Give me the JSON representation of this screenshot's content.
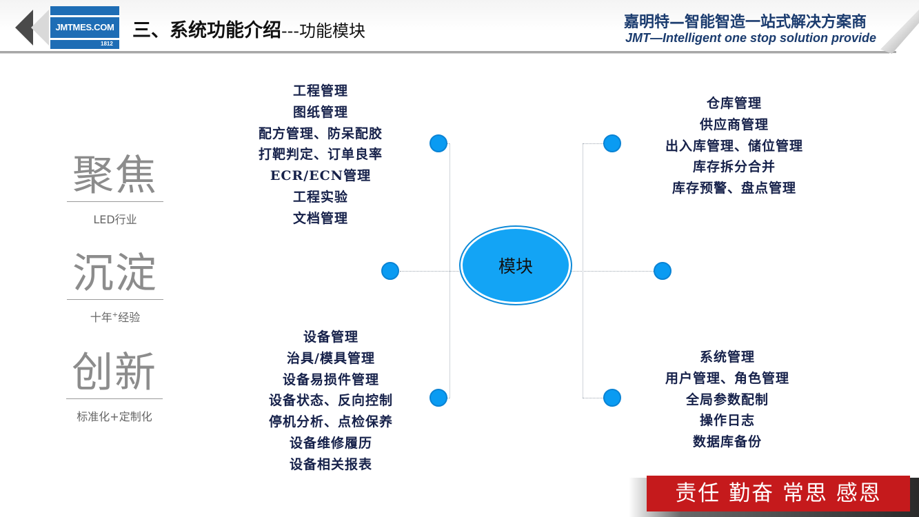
{
  "header": {
    "logo_text": "JMTMES.COM",
    "logo_year": "1812",
    "title_main": "三、系统功能介绍",
    "title_sub": "---功能模块",
    "company_cn": "嘉明特—智能智造一站式解决方案商",
    "company_en": "JMT—Intelligent one stop solution provide"
  },
  "keywords": [
    {
      "big": "聚焦",
      "small": "LED行业"
    },
    {
      "big": "沉淀",
      "small_pre": "十年",
      "small_sup": "+",
      "small_post": "经验"
    },
    {
      "big": "创新",
      "small": "标准化+定制化"
    }
  ],
  "center": {
    "label": "模块"
  },
  "modules": {
    "top_left": [
      "工程管理",
      "图纸管理",
      "配方管理、防呆配胶",
      "打靶判定、订单良率",
      "ECR/ECN管理",
      "工程实验",
      "文档管理"
    ],
    "top_right": [
      "仓库管理",
      "供应商管理",
      "出入库管理、储位管理",
      "库存拆分合并",
      "库存预警、盘点管理"
    ],
    "bottom_left": [
      "设备管理",
      "治具/模具管理",
      "设备易损件管理",
      "设备状态、反向控制",
      "停机分析、点检保养",
      "设备维修履历",
      "设备相关报表"
    ],
    "bottom_right": [
      "系统管理",
      "用户管理、角色管理",
      "全局参数配制",
      "操作日志",
      "数据库备份"
    ]
  },
  "slogan": "责任 勤奋 常思 感恩",
  "colors": {
    "accent_blue": "#13a4f5",
    "logo_blue": "#1e6db5",
    "text_navy": "#16214a",
    "slogan_red": "#c51a1c",
    "keyword_gray": "#8c8c8c"
  }
}
